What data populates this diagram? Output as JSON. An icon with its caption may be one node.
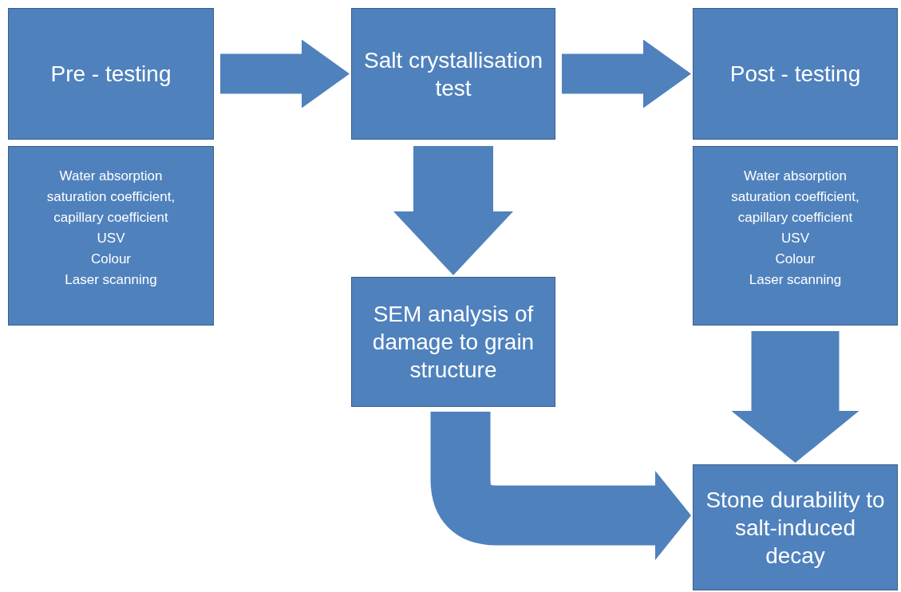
{
  "diagram": {
    "nodes": [
      {
        "text": [
          "Pre - testing"
        ]
      },
      {
        "text": [
          "Water absorption",
          "saturation coefficient, capillary coefficient",
          "USV",
          "Colour",
          "Laser scanning"
        ]
      },
      {
        "text": [
          "Salt crystallisation test"
        ]
      },
      {
        "text": [
          "Post - testing"
        ]
      },
      {
        "text": [
          "Water absorption",
          "saturation coefficient, capillary coefficient",
          "USV",
          "Colour",
          "Laser scanning"
        ]
      },
      {
        "text": [
          "SEM analysis of damage to grain structure"
        ]
      },
      {
        "text": [
          "Stone durability to salt-induced decay"
        ]
      }
    ],
    "edges": [
      {
        "from": 0,
        "to": 2,
        "arrow": "to"
      },
      {
        "from": 2,
        "to": 3,
        "arrow": "to"
      },
      {
        "from": 2,
        "to": 5,
        "arrow": "to"
      },
      {
        "from": 4,
        "to": 6,
        "arrow": "to"
      },
      {
        "from": 5,
        "to": 6,
        "arrow": "to"
      }
    ]
  }
}
